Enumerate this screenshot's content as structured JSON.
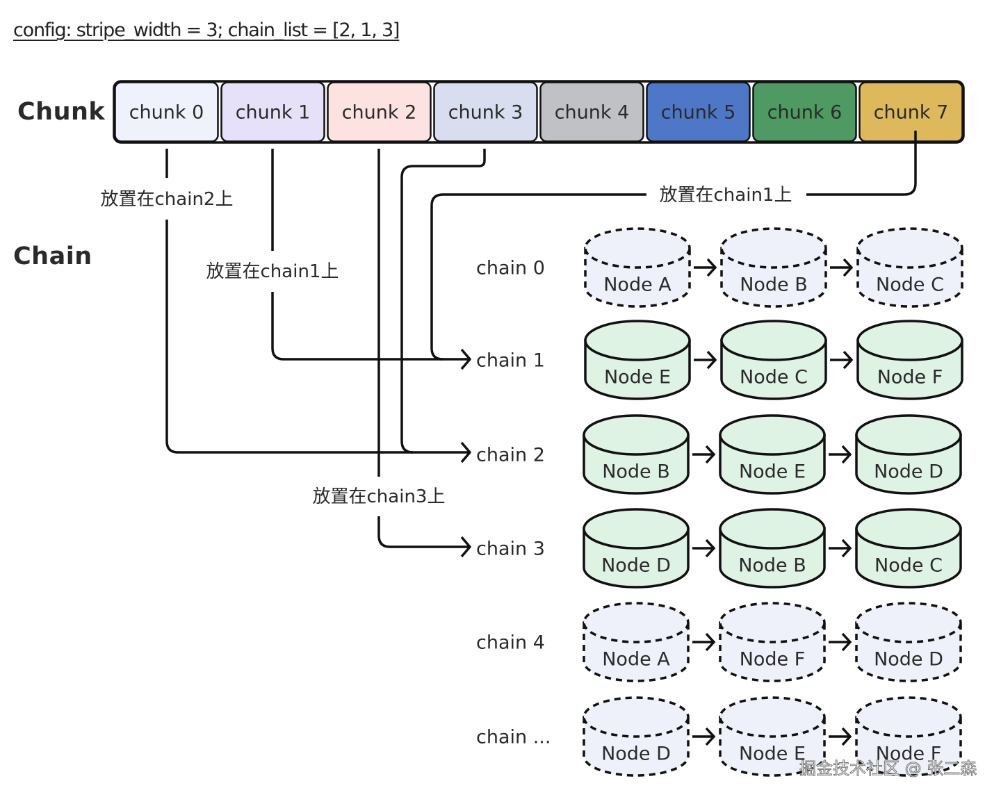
{
  "config": "config: stripe_width = 3; chain_list = [2, 1, 3]",
  "sections": {
    "chunk": "Chunk",
    "chain": "Chain"
  },
  "chunks": [
    {
      "label": "chunk 0",
      "color": "#eff2fb"
    },
    {
      "label": "chunk 1",
      "color": "#e6e0f8"
    },
    {
      "label": "chunk 2",
      "color": "#fde2e2"
    },
    {
      "label": "chunk 3",
      "color": "#d8ddf0"
    },
    {
      "label": "chunk 4",
      "color": "#c0c1c5"
    },
    {
      "label": "chunk 5",
      "color": "#4e77c8"
    },
    {
      "label": "chunk 6",
      "color": "#4e9a62"
    },
    {
      "label": "chunk 7",
      "color": "#ddb95c"
    }
  ],
  "placements": [
    {
      "from_chunk": 0,
      "to_chain": 2,
      "label": "放置在chain2上"
    },
    {
      "from_chunk": 1,
      "to_chain": 1,
      "label": "放置在chain1上"
    },
    {
      "from_chunk": 2,
      "to_chain": 3,
      "label": "放置在chain3上"
    },
    {
      "from_chunk": 3,
      "to_chain": 2,
      "label": ""
    },
    {
      "from_chunk": 7,
      "to_chain": 1,
      "label": "放置在chain1上"
    }
  ],
  "chains": [
    {
      "label": "chain 0",
      "active": false,
      "nodes": [
        "Node A",
        "Node B",
        "Node C"
      ]
    },
    {
      "label": "chain 1",
      "active": true,
      "nodes": [
        "Node E",
        "Node C",
        "Node F"
      ]
    },
    {
      "label": "chain 2",
      "active": true,
      "nodes": [
        "Node B",
        "Node E",
        "Node D"
      ]
    },
    {
      "label": "chain 3",
      "active": true,
      "nodes": [
        "Node D",
        "Node B",
        "Node C"
      ]
    },
    {
      "label": "chain 4",
      "active": false,
      "nodes": [
        "Node A",
        "Node F",
        "Node D"
      ]
    },
    {
      "label": "chain ...",
      "active": false,
      "nodes": [
        "Node D",
        "Node E",
        "Node F"
      ]
    }
  ],
  "colors": {
    "active_node": "#dff3e4",
    "inactive_node": "#eef1fa",
    "stroke": "#111111"
  },
  "watermark": "掘金技术社区 @ 张二森"
}
